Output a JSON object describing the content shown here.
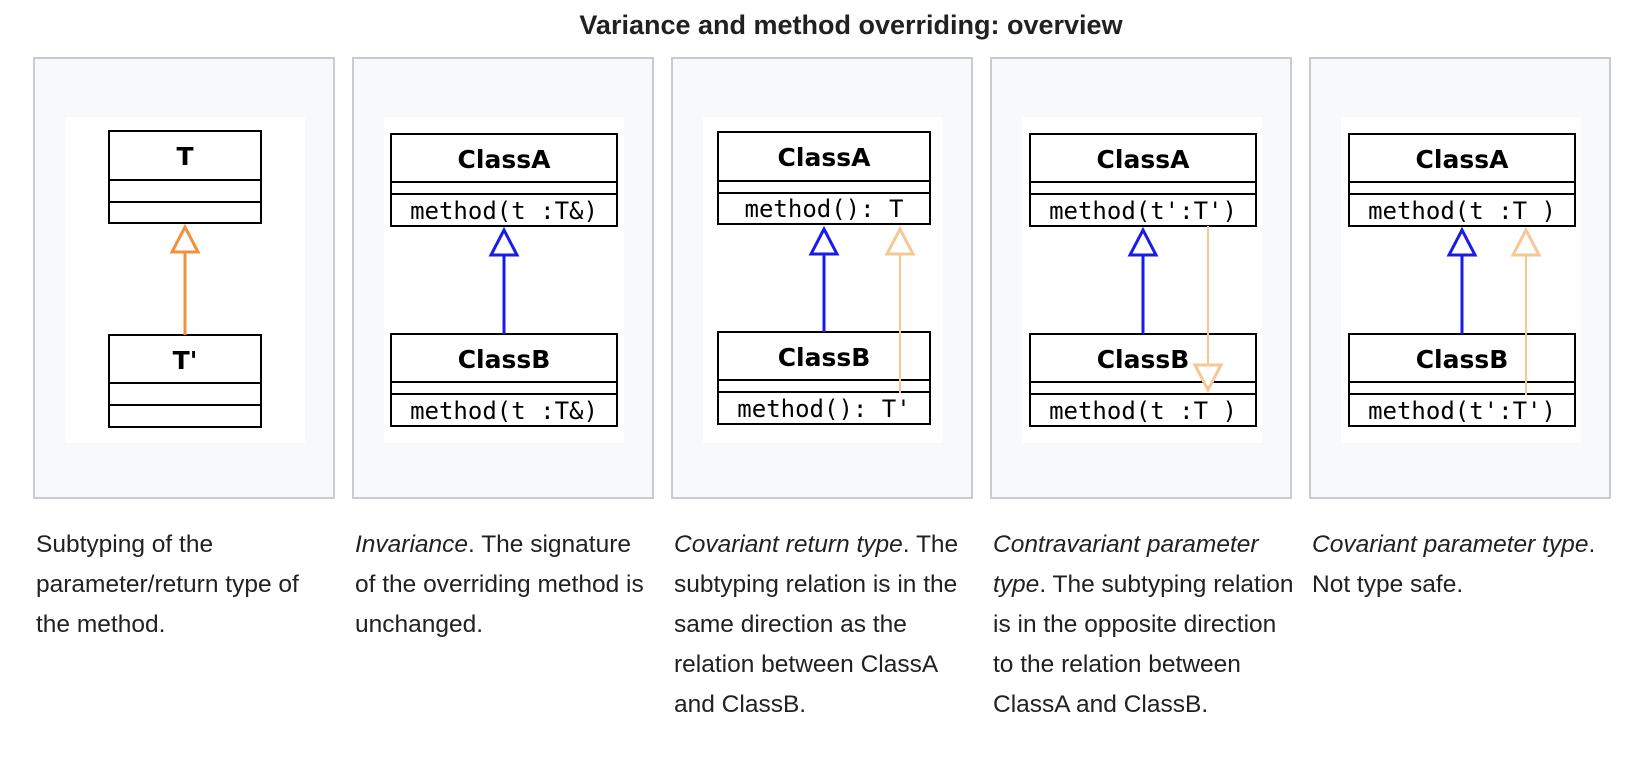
{
  "title": "Variance and method overriding: overview",
  "colors": {
    "inheritance_orange": "#f0923d",
    "inheritance_blue": "#1a1aeb",
    "inheritance_light_orange": "#f7c794",
    "box_stroke": "#000000",
    "panel_bg": "#f8f9fa",
    "panel_border": "#c8ccd1"
  },
  "panels": [
    {
      "top_class": {
        "name": "T",
        "method": ""
      },
      "bottom_class": {
        "name": "T'",
        "method": ""
      },
      "caption": {
        "em": "",
        "text": "Subtyping of the parameter/return type of the method."
      }
    },
    {
      "top_class": {
        "name": "ClassA",
        "method": "method(t :T&)"
      },
      "bottom_class": {
        "name": "ClassB",
        "method": "method(t :T&)"
      },
      "caption": {
        "em": "Invariance",
        "text": ". The signature of the overriding method is unchanged."
      }
    },
    {
      "top_class": {
        "name": "ClassA",
        "method": "method(): T"
      },
      "bottom_class": {
        "name": "ClassB",
        "method": "method(): T'"
      },
      "caption": {
        "em": "Covariant return type",
        "text": ". The subtyping relation is in the same direction as the relation between ClassA and ClassB."
      }
    },
    {
      "top_class": {
        "name": "ClassA",
        "method": "method(t':T')"
      },
      "bottom_class": {
        "name": "ClassB",
        "method": "method(t :T )"
      },
      "caption": {
        "em": "Contravariant parameter type",
        "text": ". The subtyping relation is in the opposite direction to the relation between ClassA and ClassB."
      }
    },
    {
      "top_class": {
        "name": "ClassA",
        "method": "method(t :T )"
      },
      "bottom_class": {
        "name": "ClassB",
        "method": "method(t':T')"
      },
      "caption": {
        "em": "Covariant parameter type",
        "text": ". Not type safe."
      }
    }
  ]
}
